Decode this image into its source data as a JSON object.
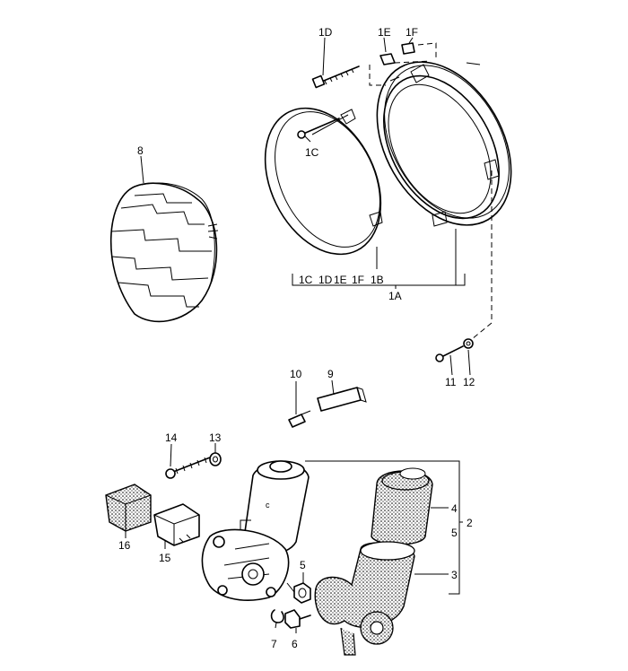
{
  "labels": {
    "l8": "8",
    "l1D": "1D",
    "l1E": "1E",
    "l1F": "1F",
    "l1C": "1C",
    "g1C": "1C",
    "g1D": "1D",
    "g1E": "1E",
    "g1F": "1F",
    "g1B": "1B",
    "l1A": "1A",
    "l10": "10",
    "l9": "9",
    "l11": "11",
    "l12": "12",
    "l14": "14",
    "l13": "13",
    "l16": "16",
    "l15": "15",
    "l4": "4",
    "l2": "2",
    "l5r": "5",
    "l3": "3",
    "l5": "5",
    "l7": "7",
    "l6": "6",
    "lc": "c"
  }
}
